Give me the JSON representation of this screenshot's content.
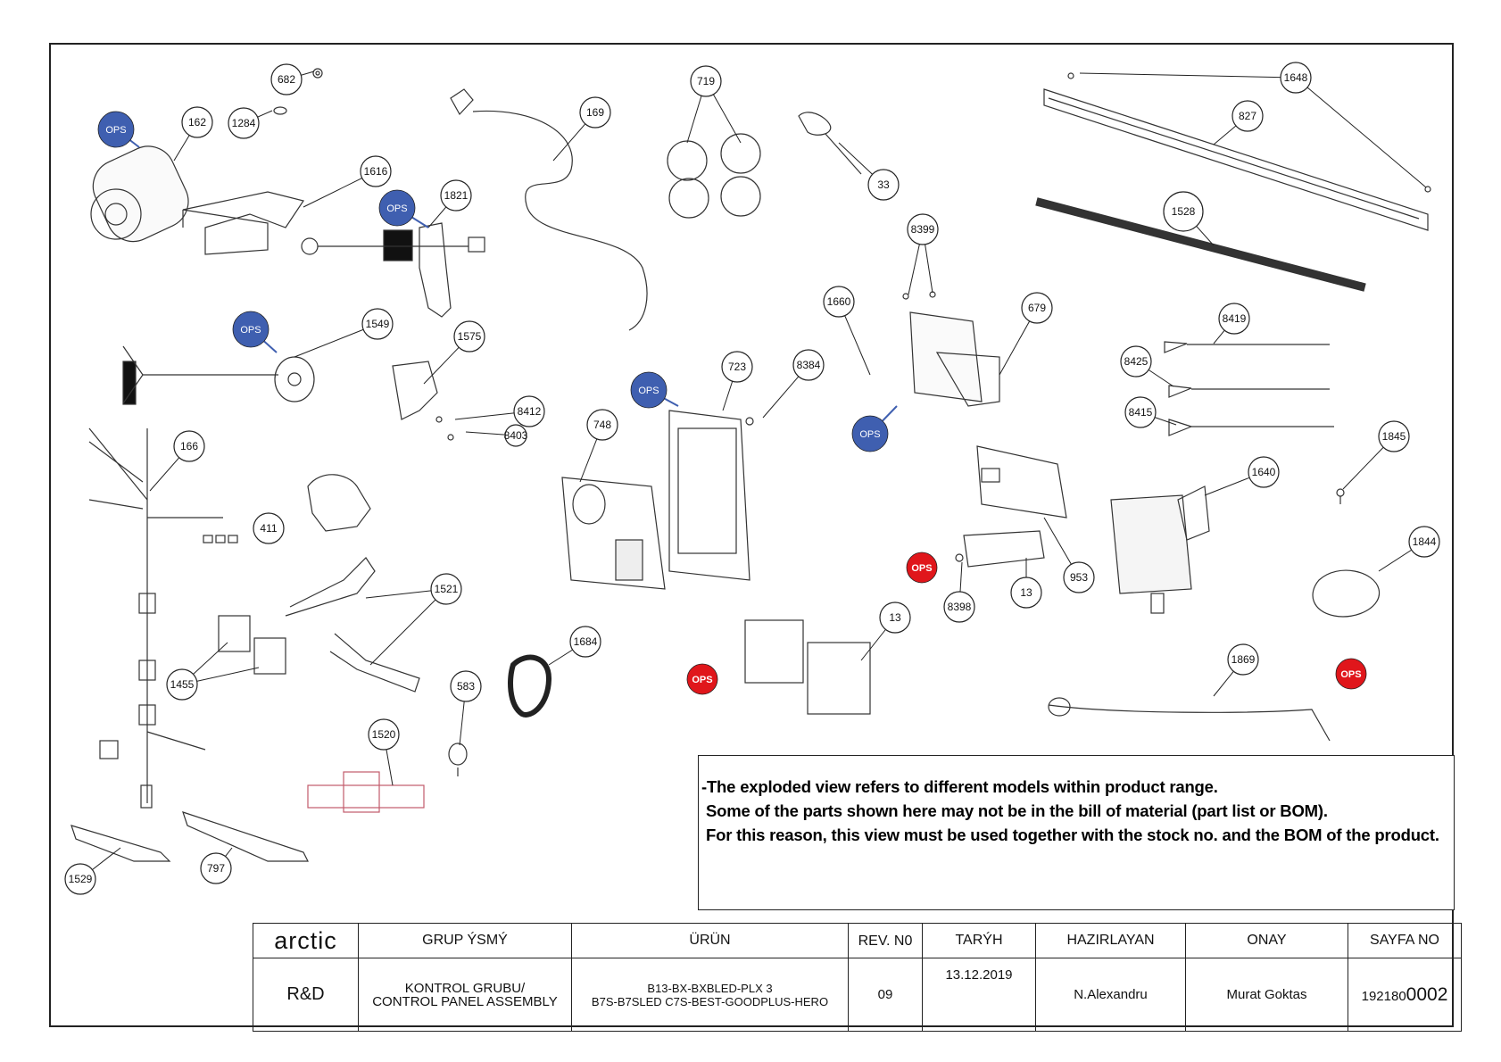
{
  "callouts": [
    "682",
    "1284",
    "162",
    "1616",
    "1821",
    "169",
    "719",
    "33",
    "1648",
    "827",
    "1528",
    "1549",
    "1575",
    "8399",
    "1660",
    "679",
    "8419",
    "8425",
    "8415",
    "166",
    "8412",
    "8403",
    "723",
    "8384",
    "748",
    "1845",
    "411",
    "953",
    "1640",
    "8398",
    "13",
    "1844",
    "1521",
    "13",
    "1684",
    "1869",
    "1455",
    "583",
    "1520",
    "1529",
    "797"
  ],
  "ops_label": "OPS",
  "colors": {
    "ops_blue": "#3f5fb0",
    "ops_red": "#e0161b",
    "line": "#222222",
    "part_red": "#c25a6a"
  },
  "note": {
    "line1": "-The exploded view refers to different models within product range.",
    "line2": "Some of the parts shown here may not be in the bill of material (part list or BOM).",
    "line3": "For this reason, this view must be used together with the stock no. and the BOM of the product."
  },
  "title_block": {
    "brand": "arctic",
    "headers": {
      "group": "GRUP ÝSMÝ",
      "product": "ÜRÜN",
      "rev": "REV. N0",
      "date": "TARÝH",
      "prepared": "HAZIRLAYAN",
      "approved": "ONAY",
      "page": "SAYFA NO"
    },
    "values": {
      "dept": "R&D",
      "group_line1": "KONTROL GRUBU/",
      "group_line2": "CONTROL PANEL ASSEMBLY",
      "product_line1": "B13-BX-BXBLED-PLX 3",
      "product_line2": "B7S-B7SLED C7S-BEST-GOODPLUS-HERO",
      "rev": "09",
      "date": "13.12.2019",
      "prepared": "N.Alexandru",
      "approved": "Murat Goktas",
      "page_prefix": "192180",
      "page_suffix": "0002"
    }
  }
}
